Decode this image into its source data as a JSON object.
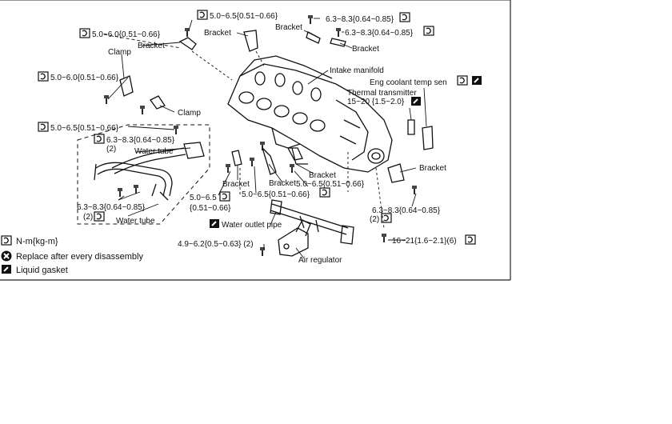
{
  "callouts": {
    "t1": "5.0~6.5{0.51~0.66}",
    "t2": "6.3~8.3{0.64~0.85}",
    "t3": "5.0~6.0{0.51~0.66}",
    "t4": "6.3~8.3{0.64~0.85}",
    "t5": "5.0~6.0{0.51~0.66}",
    "t6": "5.0~6.5{0.51~0.66}",
    "t7": "6.3~8.3{0.64~0.85}",
    "t7q": "(2)",
    "t8": "6.3~8.3{0.64~0.85}",
    "t8q": "(2)",
    "t9a": "5.0~6.5",
    "t9b": "{0.51~0.66}",
    "t10": "5.0~6.5{0.51~0.66}",
    "t11": "5.0~6.5{0.51~0.66}",
    "t12": "6.3~8.3{0.64~0.85}",
    "t12q": "(2)",
    "t13": "4.9~6.2{0.5~0.63} (2)",
    "t14": "16~21{1.6~2.1}(6)",
    "t15": "15~20 {1.5~2.0}"
  },
  "parts": {
    "bracket": "Bracket",
    "clamp": "Clamp",
    "intake_manifold": "Intake manifold",
    "eng_coolant": "Eng coolant temp sen",
    "thermal": "Thermal transmitter",
    "water_tube": "Water tube",
    "water_outlet_pipe": "Water outlet pipe",
    "air_regulator": "Air regulator"
  },
  "legend": {
    "torque": "N-m{kg-m}",
    "replace": "Replace after every disassembly",
    "gasket": "Liquid gasket"
  },
  "colors": {
    "ink": "#111111",
    "border": "#222222"
  }
}
